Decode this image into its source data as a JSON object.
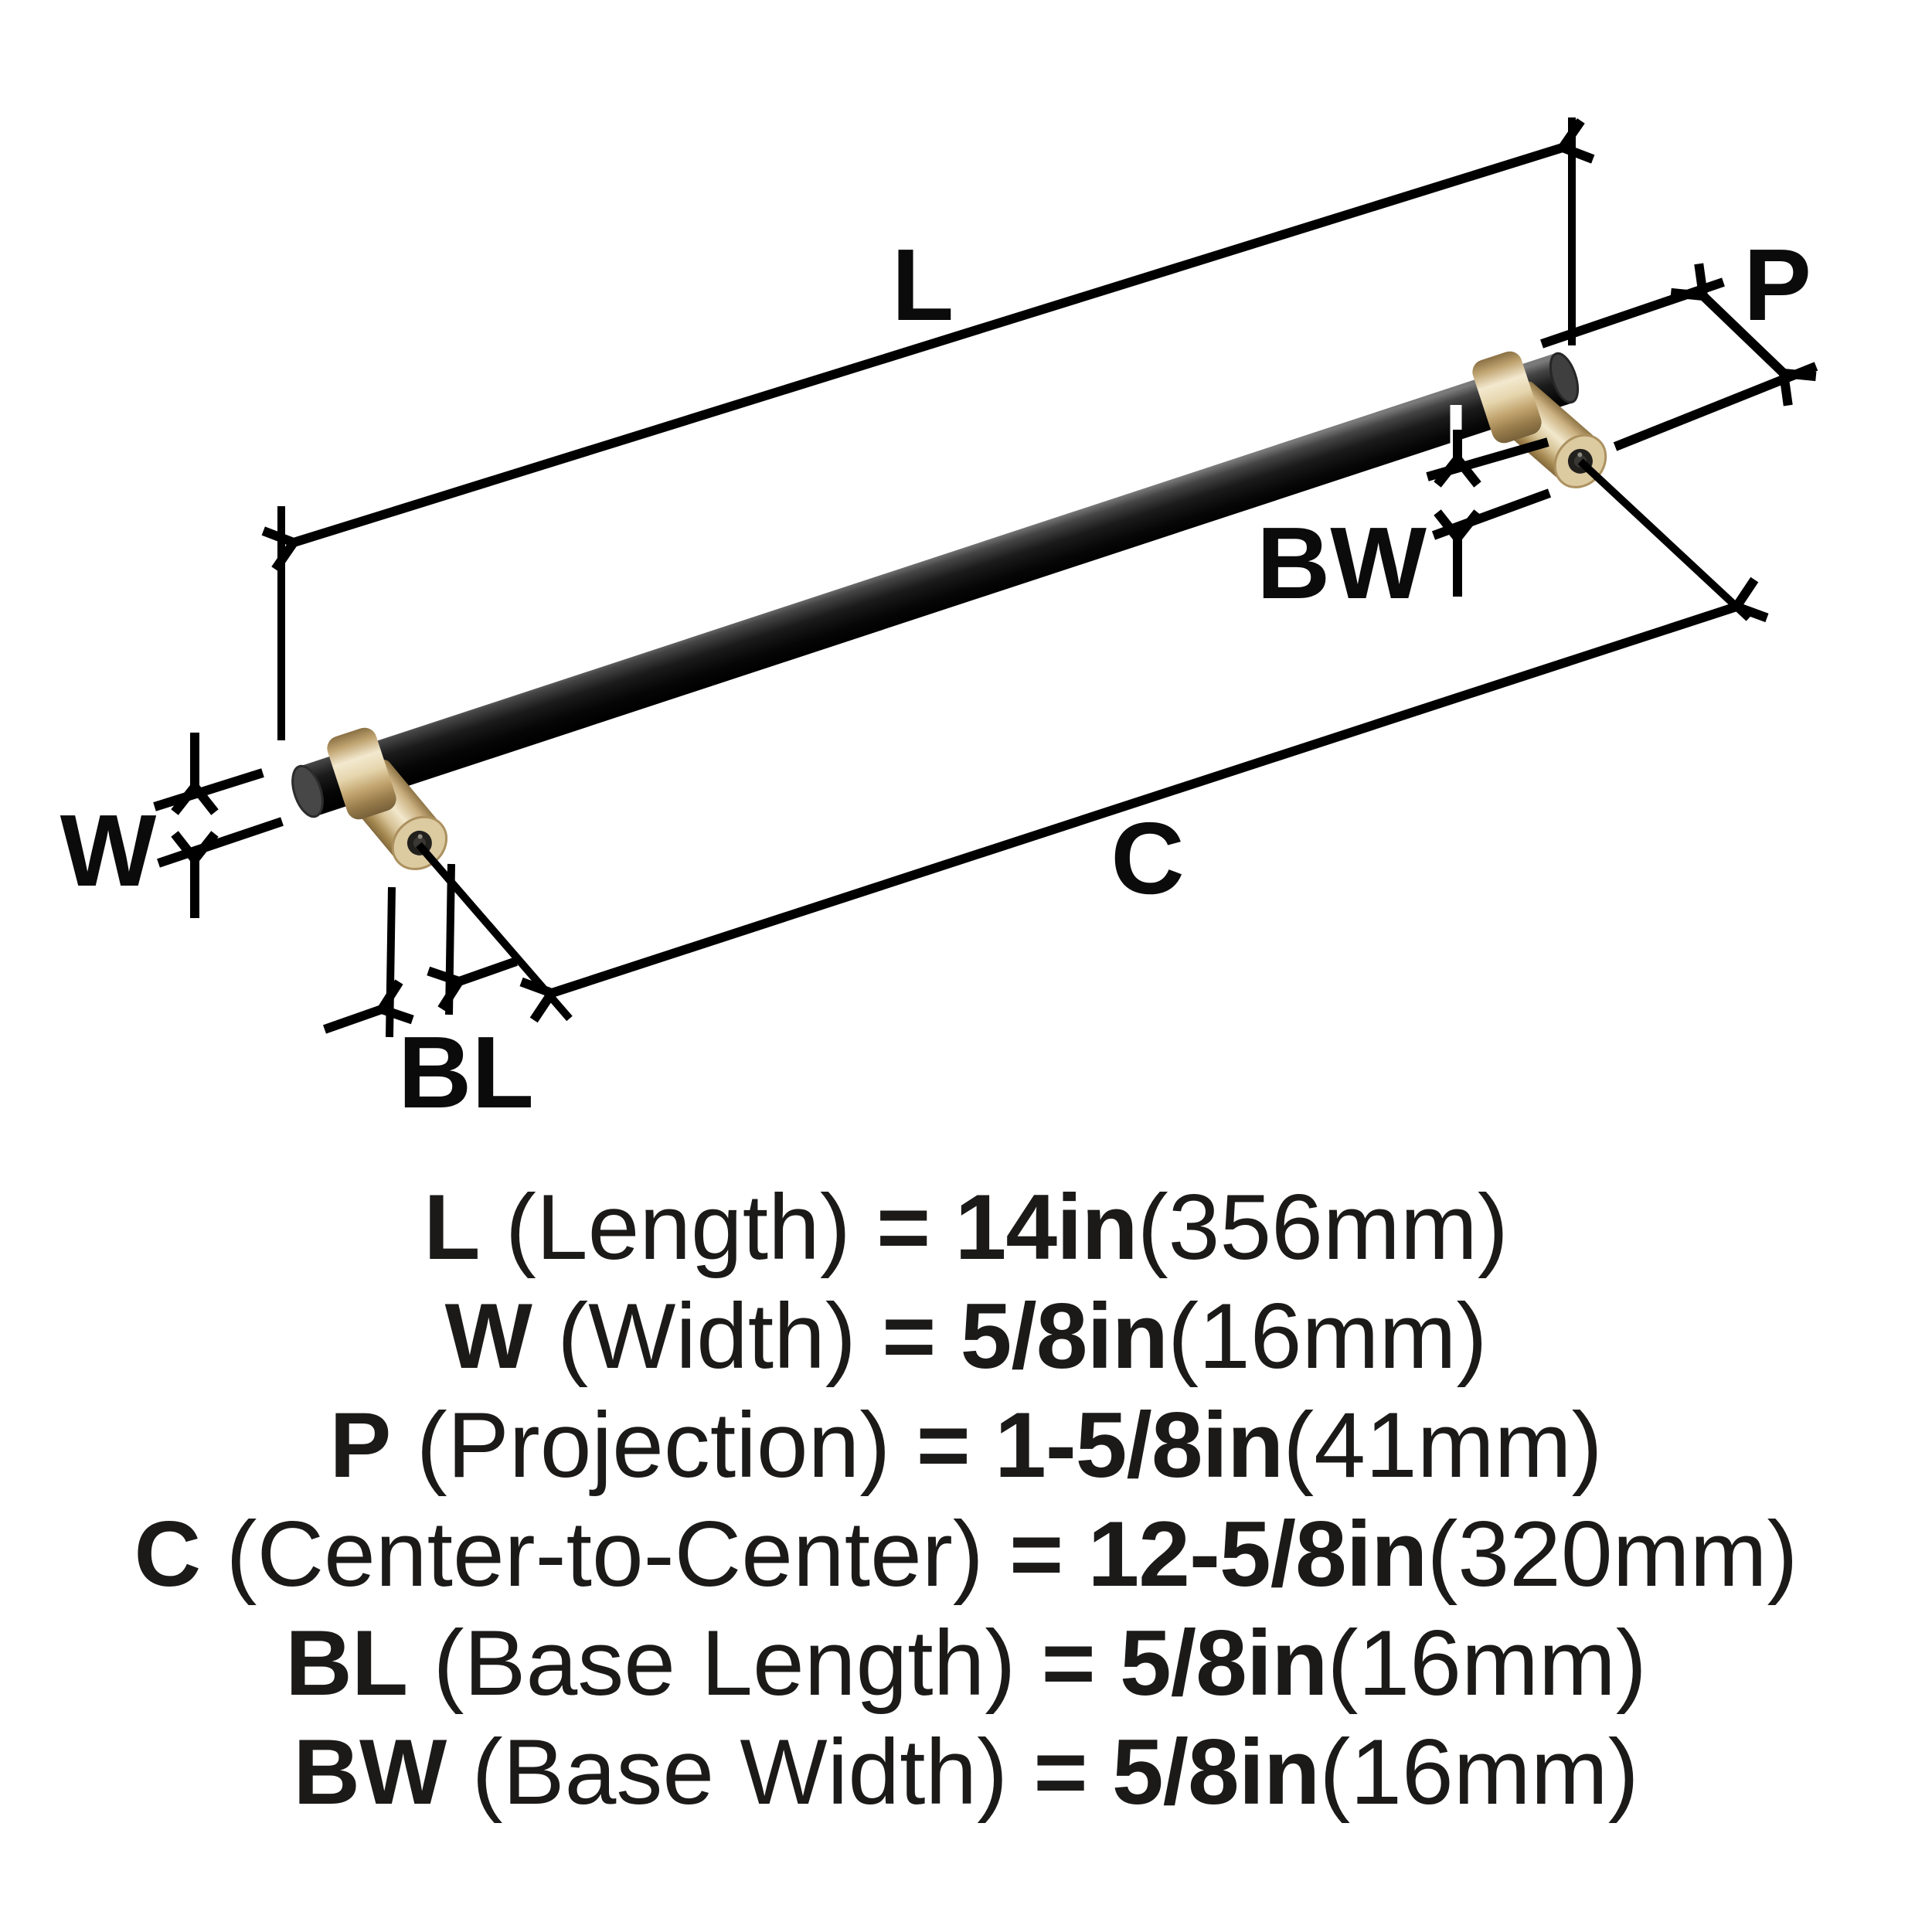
{
  "diagram": {
    "labels": {
      "l": "L",
      "w": "W",
      "p": "P",
      "c": "C",
      "bl": "BL",
      "bw": "BW"
    },
    "colors": {
      "line": "#000000",
      "bar_black": "#1a1a1a",
      "brass": "#d8c194",
      "brass_light": "#f2e8cc",
      "brass_dark": "#8a7044"
    }
  },
  "specs": [
    {
      "letter": "L",
      "name": "(Length)",
      "eq_value": "= 14in",
      "metric": "(356mm)"
    },
    {
      "letter": "W",
      "name": "(Width)",
      "eq_value": "= 5/8in",
      "metric": "(16mm)"
    },
    {
      "letter": "P",
      "name": "(Projection)",
      "eq_value": "= 1-5/8in",
      "metric": "(41mm)"
    },
    {
      "letter": "C",
      "name": "(Center-to-Center)",
      "eq_value": "= 12-5/8in",
      "metric": "(320mm)"
    },
    {
      "letter": "BL",
      "name": "(Base Length)",
      "eq_value": "= 5/8in",
      "metric": "(16mm)"
    },
    {
      "letter": "BW",
      "name": "(Base Width)",
      "eq_value": "= 5/8in",
      "metric": "(16mm)"
    }
  ]
}
